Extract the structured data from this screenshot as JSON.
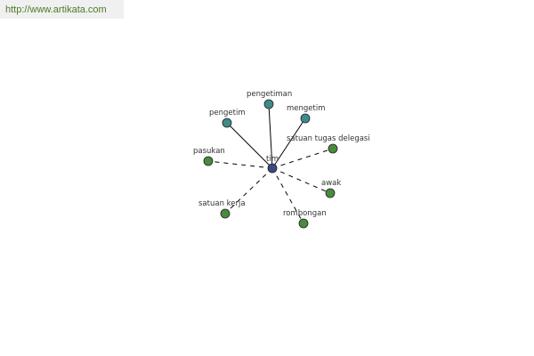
{
  "header": {
    "url": "http://www.artikata.com"
  },
  "diagram": {
    "center": {
      "id": "center",
      "label": "tim",
      "color": "#3d4a80"
    },
    "nodes": [
      {
        "id": "pengetiman",
        "label": "pengetiman",
        "color": "#3f8a8a",
        "edge": "solid"
      },
      {
        "id": "mengetim",
        "label": "mengetim",
        "color": "#3f8a8a",
        "edge": "solid"
      },
      {
        "id": "pengetim",
        "label": "pengetim",
        "color": "#3f8a8a",
        "edge": "solid"
      },
      {
        "id": "satuan-tugas-delegasi",
        "label": "satuan tugas delegasi",
        "color": "#4a8a3f",
        "edge": "dashed"
      },
      {
        "id": "pasukan",
        "label": "pasukan",
        "color": "#4a8a3f",
        "edge": "dashed"
      },
      {
        "id": "awak",
        "label": "awak",
        "color": "#4a8a3f",
        "edge": "dashed"
      },
      {
        "id": "satuan-kerja",
        "label": "satuan kerja",
        "color": "#4a8a3f",
        "edge": "dashed"
      },
      {
        "id": "rombongan",
        "label": "rombongan",
        "color": "#4a8a3f",
        "edge": "dashed"
      }
    ]
  }
}
